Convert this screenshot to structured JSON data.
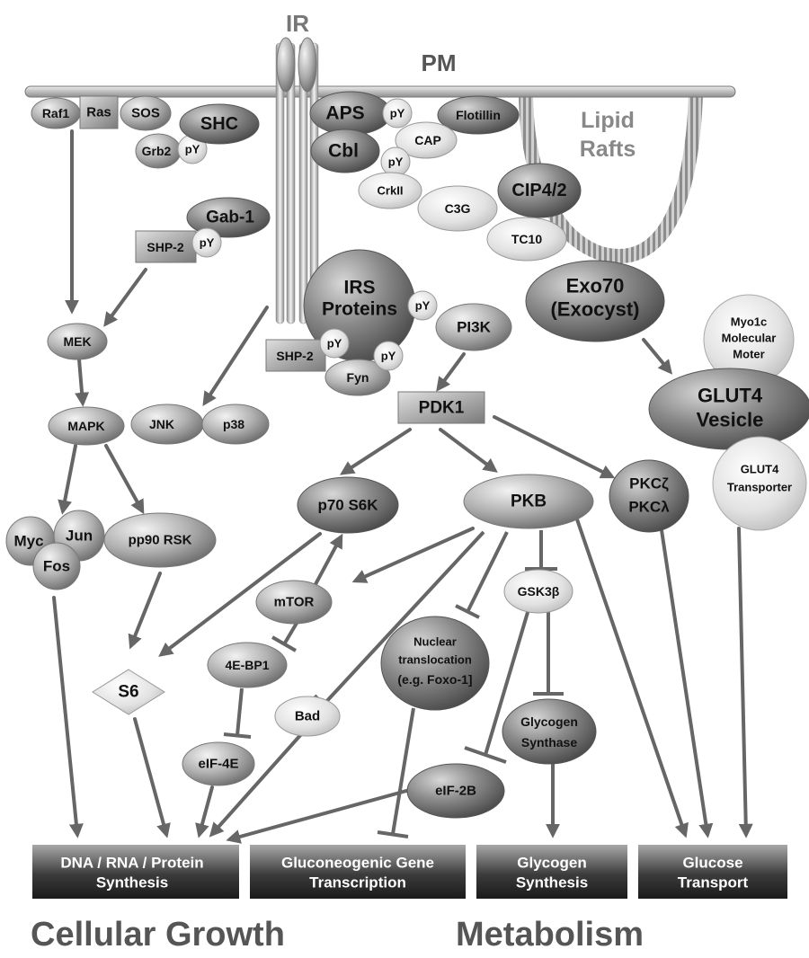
{
  "membrane": {
    "ir": "IR",
    "pm": "PM",
    "lipid_rafts_1": "Lipid",
    "lipid_rafts_2": "Rafts"
  },
  "nodes": {
    "raf1": "Raf1",
    "ras": "Ras",
    "sos": "SOS",
    "grb2": "Grb2",
    "shc": "SHC",
    "aps": "APS",
    "cbl": "Cbl",
    "flotillin": "Flotillin",
    "cap": "CAP",
    "crkii": "CrkII",
    "c3g": "C3G",
    "cip4": "CIP4/2",
    "tc10": "TC10",
    "gab1": "Gab-1",
    "shp2_a": "SHP-2",
    "irs_1": "IRS",
    "irs_2": "Proteins",
    "pi3k": "PI3K",
    "shp2_b": "SHP-2",
    "fyn": "Fyn",
    "exo70_1": "Exo70",
    "exo70_2": "(Exocyst)",
    "myo1c_1": "Myo1c",
    "myo1c_2": "Molecular",
    "myo1c_3": "Moter",
    "glut4v_1": "GLUT4",
    "glut4v_2": "Vesicle",
    "glut4t_1": "GLUT4",
    "glut4t_2": "Transporter",
    "mek": "MEK",
    "mapk": "MAPK",
    "jnk": "JNK",
    "p38": "p38",
    "pdk1": "PDK1",
    "myc": "Myc",
    "jun": "Jun",
    "fos": "Fos",
    "pp90rsk": "pp90 RSK",
    "p70s6k": "p70 S6K",
    "pkb": "PKB",
    "pkcz": "PKCζ",
    "pkcl": "PKCλ",
    "mtor": "mTOR",
    "gsk3b": "GSK3β",
    "nuclear_1": "Nuclear",
    "nuclear_2": "translocation",
    "nuclear_3": "(e.g. Foxo-1]",
    "s6": "S6",
    "e4bp1": "4E-BP1",
    "bad": "Bad",
    "glycogen_synthase_1": "Glycogen",
    "glycogen_synthase_2": "Synthase",
    "eif4e": "eIF-4E",
    "eif2b": "eIF-2B",
    "py": "pY"
  },
  "outcomes": {
    "dna_1": "DNA / RNA / Protein",
    "dna_2": "Synthesis",
    "gluco_1": "Gluconeogenic Gene",
    "gluco_2": "Transcription",
    "glycogen_1": "Glycogen",
    "glycogen_2": "Synthesis",
    "glucose_1": "Glucose",
    "glucose_2": "Transport"
  },
  "categories": {
    "growth": "Cellular Growth",
    "metabolism": "Metabolism"
  }
}
